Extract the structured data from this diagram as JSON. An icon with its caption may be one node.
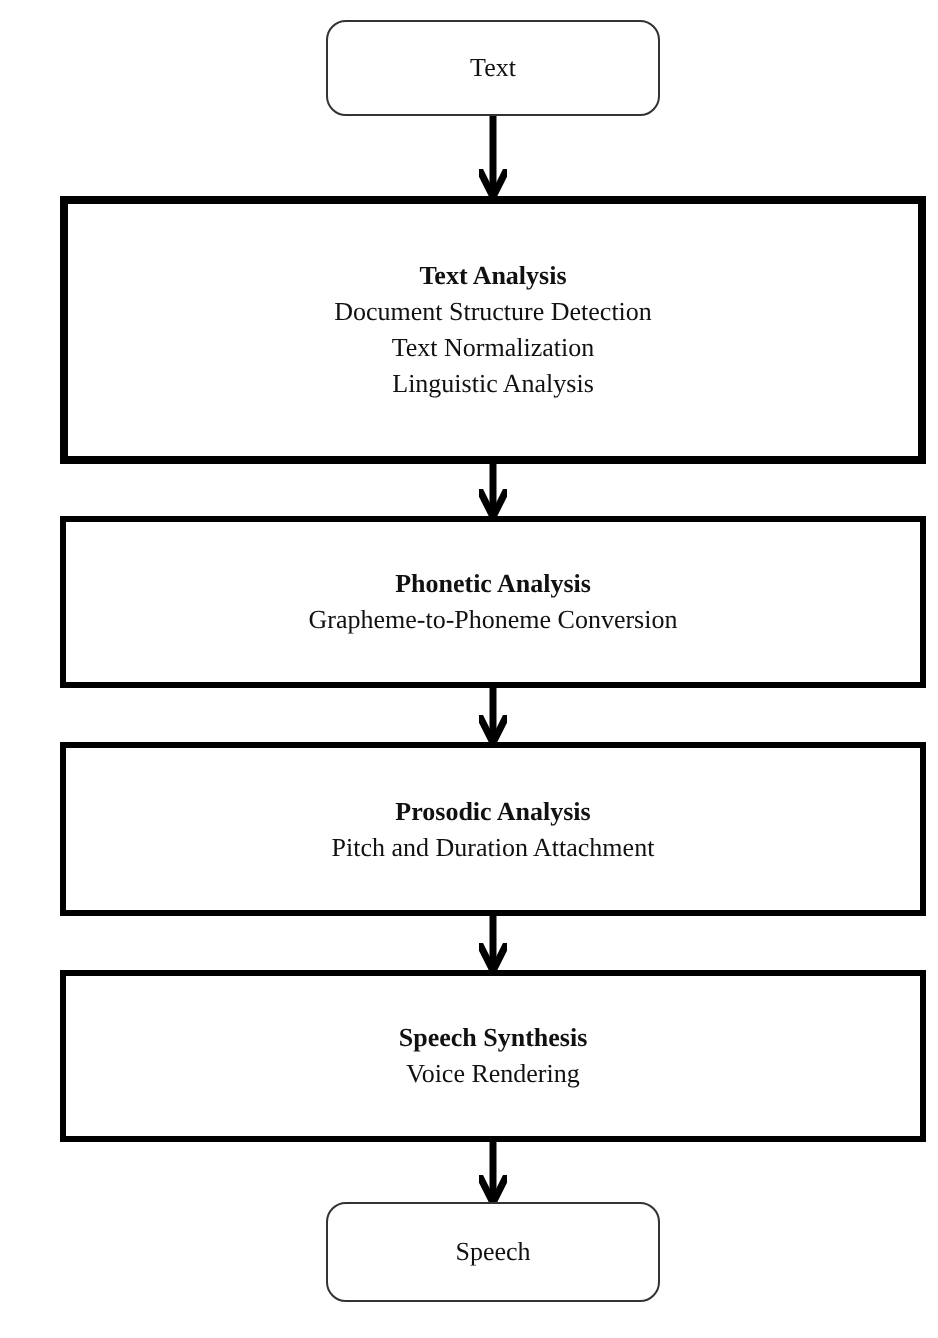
{
  "diagram": {
    "nodes": [
      {
        "text": [
          "Text"
        ]
      },
      {
        "text": [
          "Text Analysis",
          "Document Structure Detection",
          "Text Normalization",
          "Linguistic Analysis"
        ]
      },
      {
        "text": [
          "Phonetic Analysis",
          "Grapheme-to-Phoneme Conversion"
        ]
      },
      {
        "text": [
          "Prosodic Analysis",
          "Pitch and Duration Attachment"
        ]
      },
      {
        "text": [
          "Speech Synthesis",
          "Voice Rendering"
        ]
      },
      {
        "text": [
          "Speech"
        ]
      }
    ],
    "edges": [
      {
        "from": 0,
        "to": 1,
        "arrow": "to"
      },
      {
        "from": 1,
        "to": 2,
        "arrow": "to"
      },
      {
        "from": 2,
        "to": 3,
        "arrow": "to"
      },
      {
        "from": 3,
        "to": 4,
        "arrow": "to"
      },
      {
        "from": 4,
        "to": 5,
        "arrow": "to"
      }
    ]
  }
}
